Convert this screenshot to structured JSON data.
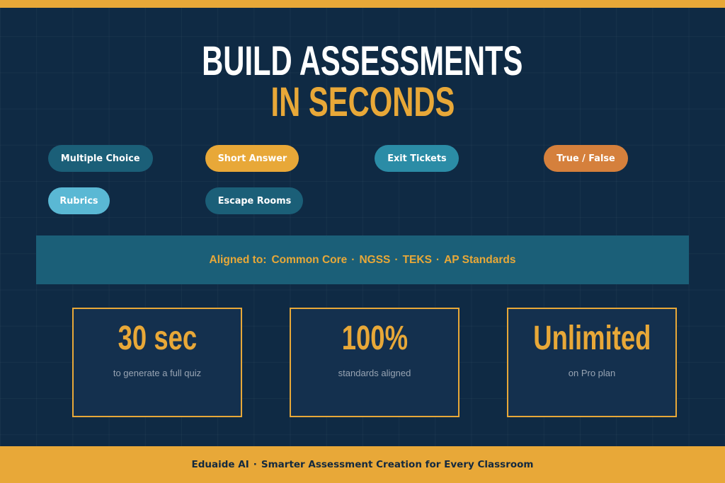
{
  "colors": {
    "background": "#0f2a44",
    "accent_gold": "#e8a838",
    "band": "#1b5f78",
    "card_bg": "#14304e",
    "footer_text": "#13293f"
  },
  "header": {
    "title_line1": "BUILD ASSESSMENTS",
    "title_line2": "IN SECONDS"
  },
  "pills": [
    {
      "label": "Multiple Choice",
      "color": "#1b5f78"
    },
    {
      "label": "Short Answer",
      "color": "#e8a838"
    },
    {
      "label": "Exit Tickets",
      "color": "#2b8ca6"
    },
    {
      "label": "True / False",
      "color": "#d5803c"
    },
    {
      "label": "Rubrics",
      "color": "#5ab8d4"
    },
    {
      "label": "Escape Rooms",
      "color": "#1b5f78"
    }
  ],
  "standards_band": {
    "lead": "Aligned to:",
    "items": [
      "Common Core",
      "NGSS",
      "TEKS",
      "AP Standards"
    ],
    "separator": "·"
  },
  "stats": [
    {
      "value": "30 sec",
      "caption": "to generate a full quiz"
    },
    {
      "value": "100%",
      "caption": "standards aligned"
    },
    {
      "value": "Unlimited",
      "caption": "on Pro plan"
    }
  ],
  "footer": {
    "brand": "Eduaide AI",
    "separator": "·",
    "tagline": "Smarter Assessment Creation for Every Classroom"
  }
}
